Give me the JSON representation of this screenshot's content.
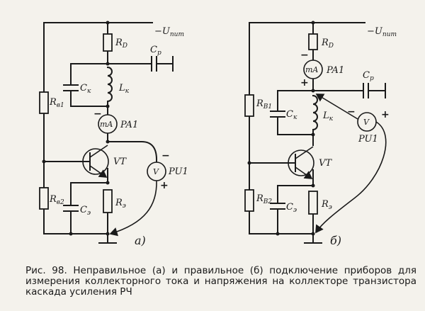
{
  "circuit_a": {
    "supply": "−U",
    "supply_sub": "пит",
    "r_d": "R",
    "r_d_sub": "D",
    "c_p": "C",
    "c_p_sub": "p",
    "c_k": "C",
    "c_k_sub": "к",
    "l_k": "L",
    "l_k_sub": "к",
    "r_b1": "R",
    "r_b1_sub": "в1",
    "ma": "mA",
    "pa1": "PA1",
    "vt": "VT",
    "v": "V",
    "pu1": "PU1",
    "r_b2": "R",
    "r_b2_sub": "в2",
    "c_e": "C",
    "c_e_sub": "э",
    "r_e": "R",
    "r_e_sub": "э",
    "minus": "−",
    "plus": "+",
    "panel_label": "a)"
  },
  "circuit_b": {
    "supply": "−U",
    "supply_sub": "пит",
    "r_d": "R",
    "r_d_sub": "D",
    "ma": "mA",
    "pa1": "PA1",
    "c_p": "C",
    "c_p_sub": "p",
    "r_b1": "R",
    "r_b1_sub": "В1",
    "c_k": "C",
    "c_k_sub": "к",
    "l_k": "L",
    "l_k_sub": "к",
    "v": "V",
    "pu1": "PU1",
    "vt": "VT",
    "r_b2": "R",
    "r_b2_sub": "В2",
    "c_e": "C",
    "c_e_sub": "э",
    "r_e": "R",
    "r_e_sub": "э",
    "minus": "−",
    "plus": "+",
    "panel_label": "б)"
  },
  "caption": "Рис. 98. Неправильное (а) и правильное (б) подключение приборов для измерения коллекторного тока и напряжения на коллекторе транзистора каскада усиления РЧ"
}
